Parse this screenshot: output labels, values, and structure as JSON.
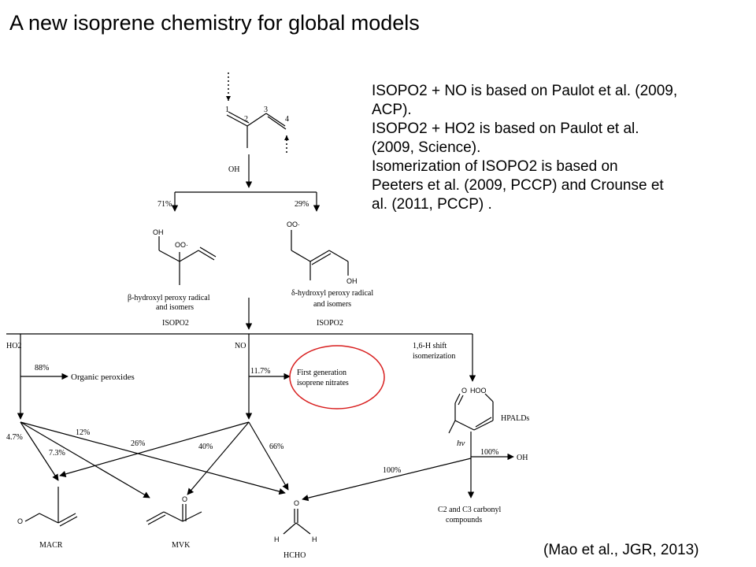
{
  "title": "A new isoprene chemistry for global models",
  "notes": [
    "ISOPO2 + NO is based on Paulot et al. (2009,",
    "ACP).",
    "ISOPO2 + HO2 is based on Paulot et al.",
    "(2009, Science).",
    "Isomerization of ISOPO2 is based on",
    "Peeters et al. (2009, PCCP) and Crounse et",
    "al. (2011, PCCP) ."
  ],
  "citation": "(Mao et al., JGR, 2013)",
  "diagram": {
    "isoprene_atoms": [
      "1",
      "2",
      "3",
      "4"
    ],
    "oh_label": "OH",
    "branch_left_pct": "71%",
    "branch_right_pct": "29%",
    "beta_radical": {
      "oh": "OH",
      "oo": "OO·",
      "name_1": "β-hydroxyl peroxy radical",
      "name_2": "and isomers",
      "id": "ISOPO2"
    },
    "delta_radical": {
      "oo": "OO·",
      "oh": "OH",
      "name_1": "δ-hydroxyl peroxy radical",
      "name_2": "and isomers",
      "id": "ISOPO2"
    },
    "ho2_label": "HO2",
    "no_label": "NO",
    "isomerization_1": "1,6-H shift",
    "isomerization_2": "isomerization",
    "ho2_pct": "88%",
    "organic_peroxides": "Organic peroxides",
    "nitrate_pct": "11.7%",
    "nitrates_1": "First generation",
    "nitrates_2": "isoprene nitrates",
    "hpald": {
      "o": "O",
      "hoo": "HOO",
      "name": "HPALDs",
      "hv": "hν"
    },
    "pct_4_7": "4.7%",
    "pct_7_3": "7.3%",
    "pct_12": "12%",
    "pct_26": "26%",
    "pct_40": "40%",
    "pct_66": "66%",
    "pct_100_left": "100%",
    "pct_100_right": "100%",
    "hpald_oh": "OH",
    "carbonyl_1": "C2 and C3 carbonyl",
    "carbonyl_2": "compounds",
    "macr": {
      "o": "O",
      "name": "MACR"
    },
    "mvk": {
      "o": "O",
      "name": "MVK"
    },
    "hcho": {
      "o": "O",
      "h1": "H",
      "h2": "H",
      "name": "HCHO"
    },
    "colors": {
      "nitrate_circle": "#d81e1e",
      "ink": "#000000"
    }
  }
}
